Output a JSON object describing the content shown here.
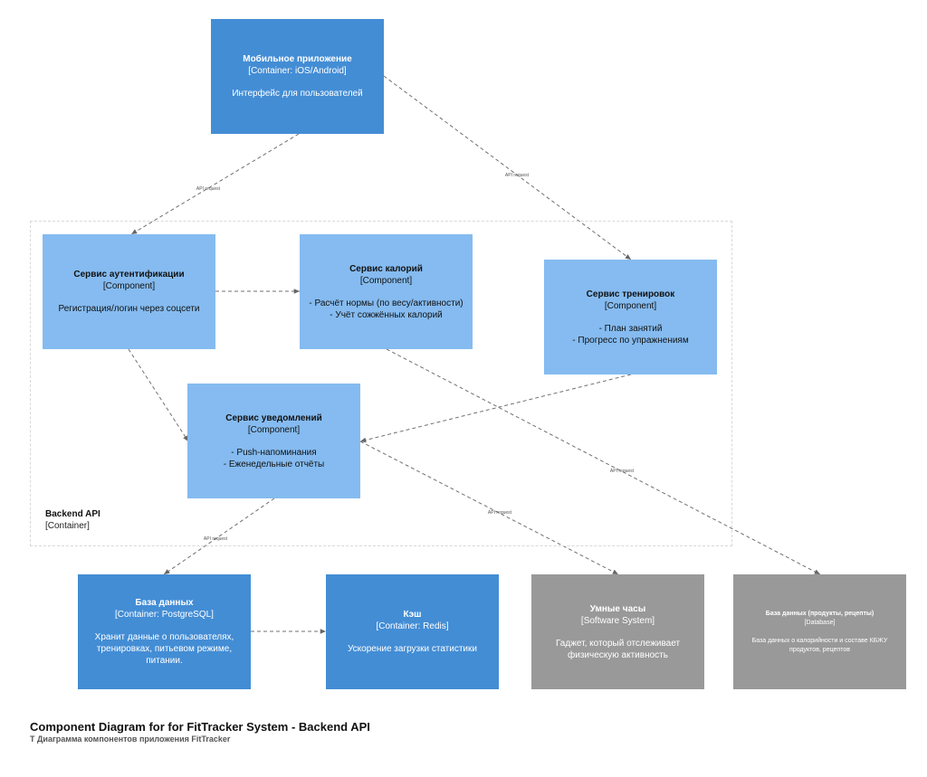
{
  "diagram": {
    "title": "Component Diagram for for FitTracker System - Backend API",
    "subtitle": "Т Диаграмма компонентов приложения FitTracker",
    "boundary": {
      "name": "Backend API",
      "tech": "[Container]"
    },
    "nodes": {
      "mobile": {
        "title": "Мобильное приложение",
        "tech": "[Container: iOS/Android]",
        "desc": "Интерфейс для пользователей"
      },
      "auth": {
        "title": "Сервис аутентификации",
        "tech": "[Component]",
        "desc": "Регистрация/логин через соцсети"
      },
      "calories": {
        "title": "Сервис калорий",
        "tech": "[Component]",
        "desc": "- Расчёт нормы (по весу/активности)\n- Учёт сожжённых калорий"
      },
      "workouts": {
        "title": "Сервис тренировок",
        "tech": "[Component]",
        "desc": "- План занятий\n- Прогресс по упражнениям"
      },
      "notify": {
        "title": "Сервис уведомлений",
        "tech": "[Component]",
        "desc": "- Push-напоминания\n- Еженедельные отчёты"
      },
      "db": {
        "title": "База данных",
        "tech": "[Container: PostgreSQL]",
        "desc": "Хранит данные о пользователях, тренировках, питьевом режиме, питании."
      },
      "cache": {
        "title": "Кэш",
        "tech": "[Container: Redis]",
        "desc": "Ускорение загрузки статистики"
      },
      "watch": {
        "title": "Умные часы",
        "tech": "[Software System]",
        "desc": "Гаджет, который отслеживает физическую активность"
      },
      "fooddb": {
        "title": "База данных (продукты, рецепты)",
        "tech": "[Database]",
        "desc": "База данных о калорийности и составе КБЖУ продуктов, рецептов"
      }
    },
    "edges": [
      {
        "from": "mobile",
        "to": "auth",
        "label": "API request"
      },
      {
        "from": "mobile",
        "to": "workouts",
        "label": "API request"
      },
      {
        "from": "auth",
        "to": "calories",
        "label": ""
      },
      {
        "from": "auth",
        "to": "notify",
        "label": ""
      },
      {
        "from": "workouts",
        "to": "notify",
        "label": ""
      },
      {
        "from": "calories",
        "to": "fooddb",
        "label": "API request"
      },
      {
        "from": "notify",
        "to": "db",
        "label": "API request"
      },
      {
        "from": "notify",
        "to": "watch",
        "label": "API request"
      },
      {
        "from": "db",
        "to": "cache",
        "label": ""
      }
    ]
  }
}
